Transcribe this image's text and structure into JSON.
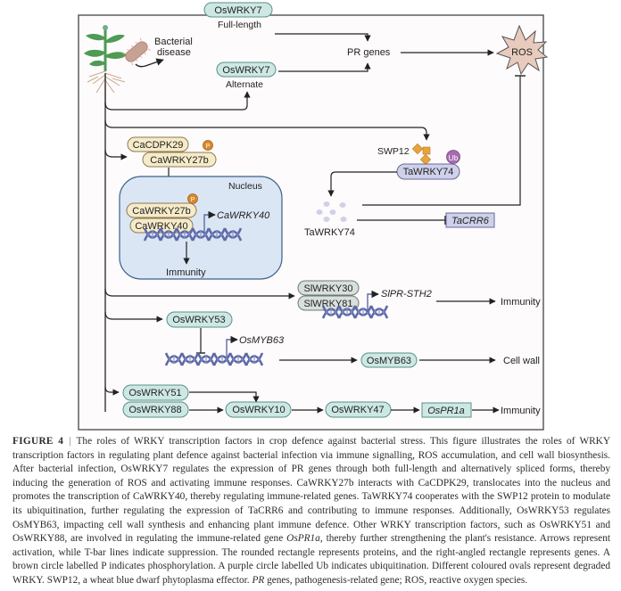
{
  "figure": {
    "plant_label_line1": "Bacterial",
    "plant_label_line2": "disease",
    "oswrky7_full": {
      "protein": "OsWRKY7",
      "form": "Full-length"
    },
    "oswrky7_alt": {
      "protein": "OsWRKY7",
      "form": "Alternate"
    },
    "pr_genes": "PR genes",
    "ros": "ROS",
    "cacdpk29": "CaCDPK29",
    "cawrky27b_cyto": "CaWRKY27b",
    "phospho_label": "P",
    "nucleus_label": "Nucleus",
    "cawrky27b_nuc": "CaWRKY27b",
    "cawrky40_protein": "CaWRKY40",
    "cawrky40_gene": "CaWRKY40",
    "nucleus_outcome": "Immunity",
    "swp12": "SWP12",
    "ubiquitin_label": "Ub",
    "tawrky74_protein": "TaWRKY74",
    "tawrky74_degraded": "TaWRKY74",
    "tacrr6_gene": "TaCRR6",
    "slwrky30": "SlWRKY30",
    "slwrky81": "SlWRKY81",
    "slpr_sth2_gene": "SlPR-STH2",
    "sl_outcome": "Immunity",
    "oswrky53": "OsWRKY53",
    "osmyb63_gene": "OsMYB63",
    "osmyb63_protein": "OsMYB63",
    "cell_wall_outcome": "Cell wall",
    "oswrky51": "OsWRKY51",
    "oswrky88": "OsWRKY88",
    "oswrky10": "OsWRKY10",
    "oswrky47": "OsWRKY47",
    "ospr1a_gene": "OsPR1a",
    "ospr1a_outcome": "Immunity",
    "colors": {
      "os_protein_fill": "#cde8e4",
      "ca_protein_fill": "#f6ebc8",
      "ta_protein_fill": "#cfd0ea",
      "sl_protein_fill": "#d8dfdc",
      "nucleus_fill": "#dbe6f4",
      "nucleus_stroke": "#3c5f8c",
      "ros_fill": "#e9cbbd",
      "phospho_fill": "#d88a2a",
      "ubiquitin_fill": "#a66bb2",
      "swp12_fill": "#e8a33a",
      "dna": "#5d6aa8"
    }
  },
  "caption": {
    "figure_number": "FIGURE 4",
    "separator": "|",
    "text_part1": "The roles of WRKY transcription factors in crop defence against bacterial stress. This figure illustrates the roles of WRKY transcription factors in regulating plant defence against bacterial infection via immune signalling, ROS accumulation, and cell wall biosynthesis. After bacterial infection, OsWRKY7 regulates the expression of PR genes through both full-length and alternatively spliced forms, thereby inducing the generation of ROS and activating immune responses. CaWRKY27b interacts with CaCDPK29, translocates into the nucleus and promotes the transcription of CaWRKY40, thereby regulating immune-related genes. TaWRKY74 cooperates with the SWP12 protein to modulate its ubiquitination, further regulating the expression of TaCRR6 and contributing to immune responses. Additionally, OsWRKY53 regulates OsMYB63, impacting cell wall synthesis and enhancing plant immune defence. Other WRKY transcription factors, such as OsWRKY51 and OsWRKY88, are involved in regulating the immune-related gene ",
    "italic_gene": "OsPR1a",
    "text_part2": ", thereby further strengthening the plant's resistance. Arrows represent activation, while T-bar lines indicate suppression. The rounded rectangle represents proteins, and the right-angled rectangle represents genes. A brown circle labelled P indicates phosphorylation. A purple circle labelled Ub indicates ubiquitination. Different coloured ovals represent degraded WRKY. SWP12, a wheat blue dwarf phytoplasma effector. ",
    "italic_pr": "PR",
    "text_part3": " genes, pathogenesis-related gene; ROS, reactive oxygen species."
  }
}
